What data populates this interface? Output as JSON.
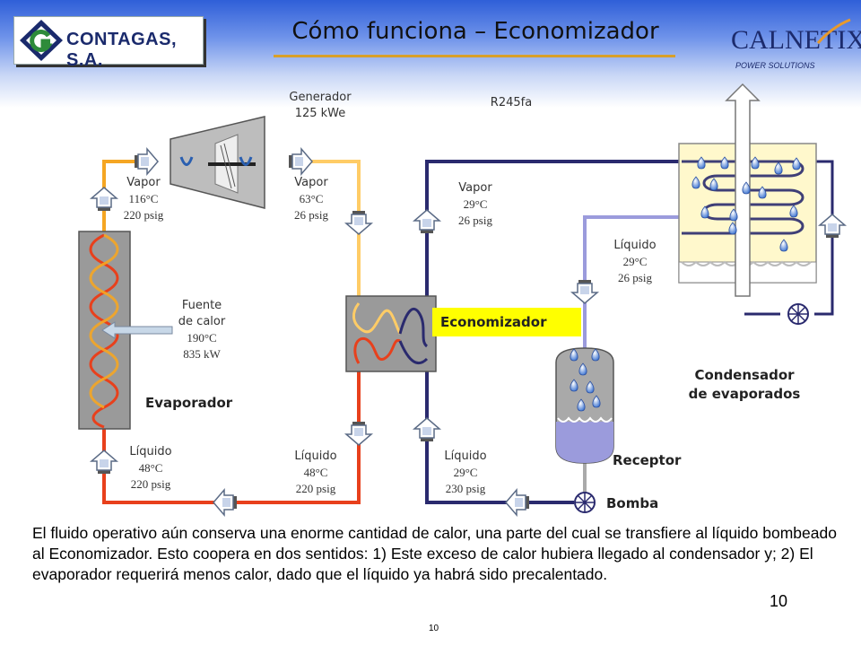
{
  "header": {
    "title": "Cómo funciona – Economizador",
    "logo_left_text": "CONTAGAS, S.A.",
    "logo_right_text": "CALNETIX",
    "logo_right_tagline": "POWER SOLUTIONS"
  },
  "diagram": {
    "generator_label": {
      "line1": "Generador",
      "line2": "125 kWe"
    },
    "refrigerant": "R245fa",
    "vapor_inlet": {
      "line1": "Vapor",
      "line2": "116°C",
      "line3": "220 psig"
    },
    "vapor_outlet": {
      "line1": "Vapor",
      "line2": "63°C",
      "line3": "26 psig"
    },
    "vapor_to_condenser": {
      "line1": "Vapor",
      "line2": "29°C",
      "line3": "26 psig"
    },
    "liquid_from_condenser": {
      "line1": "Líquido",
      "line2": "29°C",
      "line3": "26 psig"
    },
    "heat_source": {
      "line1": "Fuente",
      "line2": "de calor",
      "line3": "190°C",
      "line4": "835 kW"
    },
    "liquid_to_evaporator": {
      "line1": "Líquido",
      "line2": "48°C",
      "line3": "220 psig"
    },
    "liquid_from_economizer": {
      "line1": "Líquido",
      "line2": "48°C",
      "line3": "220 psig"
    },
    "liquid_from_pump": {
      "line1": "Líquido",
      "line2": "29°C",
      "line3": "230 psig"
    },
    "economizer_label": "Economizador",
    "evaporator_label": "Evaporador",
    "condenser_label": {
      "line1": "Condensador",
      "line2": "de evaporados"
    },
    "receiver_label": "Receptor",
    "pump_label": "Bomba",
    "colors": {
      "hot_vapor": "#f5a623",
      "cool_vapor": "#ffcc66",
      "hot_liquid": "#e8401c",
      "cold_line": "#2a2a6e",
      "condensate": "#9b9bdc"
    }
  },
  "body_text": "El fluido operativo aún conserva una enorme cantidad de calor, una parte del cual se transfiere al líquido bombeado al Economizador. Esto coopera en dos sentidos: 1) Este exceso de calor hubiera llegado al condensador y; 2) El evaporador requerirá menos calor, dado que el líquido ya habrá sido precalentado.",
  "slide_number": "10",
  "footer_number": "10"
}
